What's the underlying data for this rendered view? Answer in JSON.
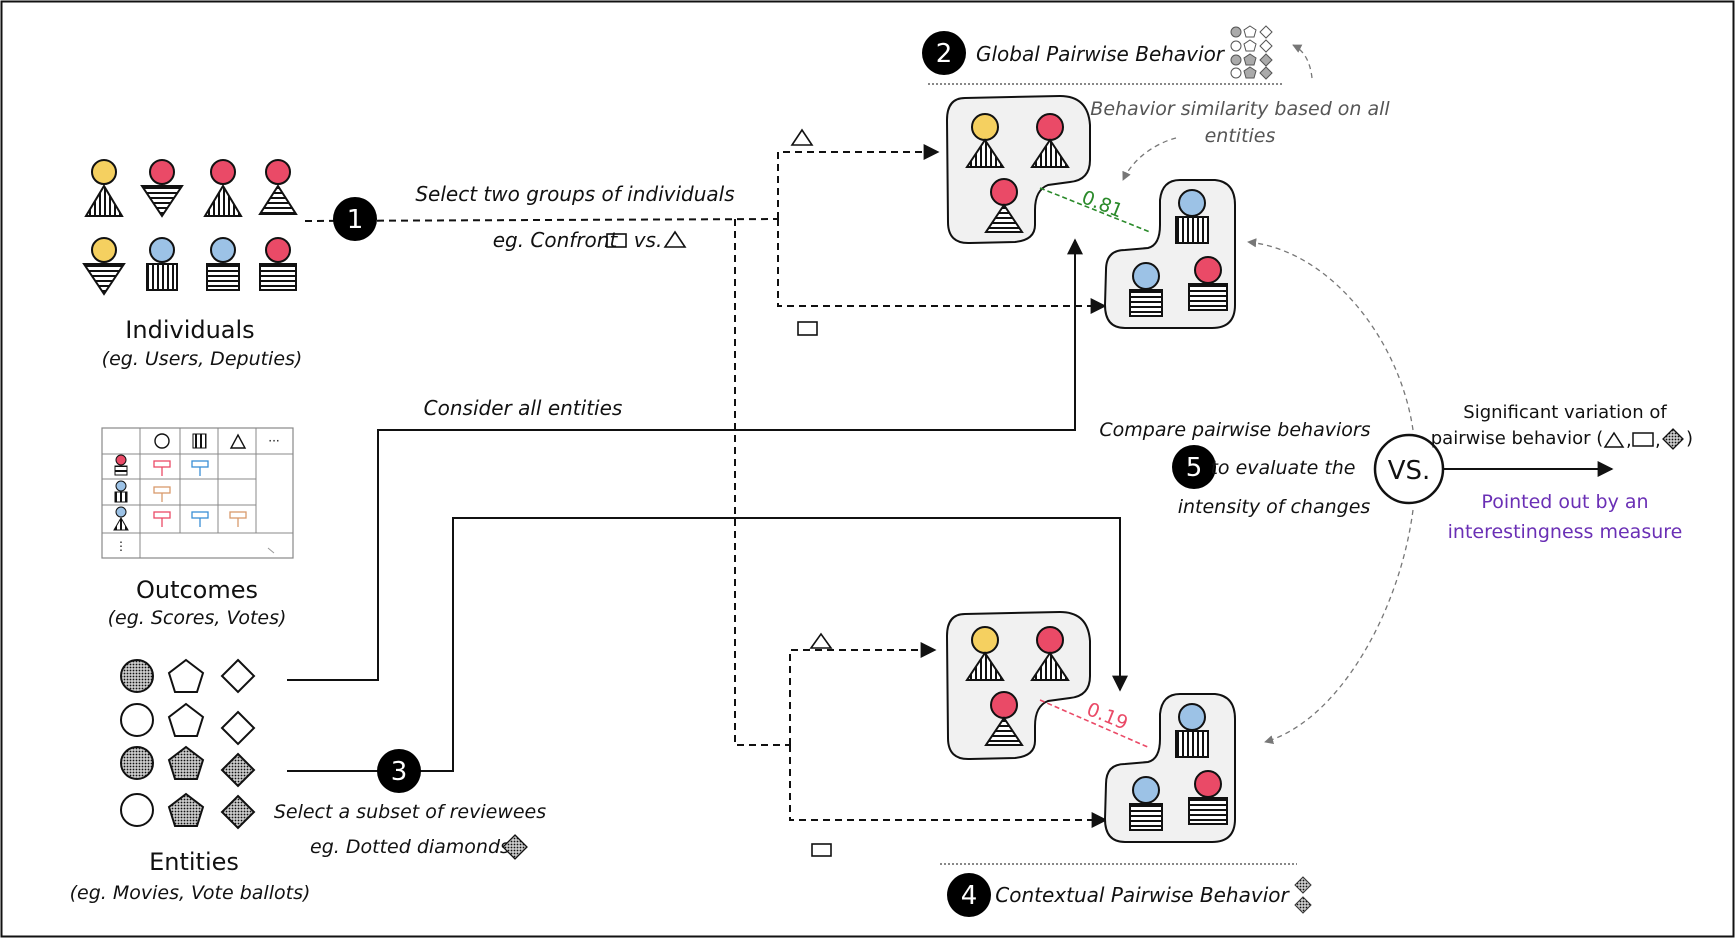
{
  "individuals": {
    "title": "Individuals",
    "subtitle": "(eg. Users, Deputies)"
  },
  "outcomes": {
    "title": "Outcomes",
    "subtitle": "(eg. Scores, Votes)"
  },
  "entities": {
    "title": "Entities",
    "subtitle": "(eg. Movies, Vote ballots)"
  },
  "step1": {
    "number": "1",
    "line1": "Select two groups of individuals",
    "line2": "eg. Confront",
    "vs": "vs."
  },
  "step2": {
    "number": "2",
    "title": "Global Pairwise Behavior",
    "note_line1": "Behavior similarity based on all",
    "note_line2": "entities",
    "score": "0.81"
  },
  "consider": "Consider all entities",
  "step3": {
    "number": "3",
    "line1": "Select a subset of reviewees",
    "line2": "eg. Dotted diamonds"
  },
  "step4": {
    "number": "4",
    "title": "Contextual Pairwise Behavior",
    "score": "0.19"
  },
  "step5": {
    "number": "5",
    "line1": "Compare pairwise behaviors",
    "line2": "to evaluate the",
    "line3": "intensity of changes",
    "vs_label": "VS."
  },
  "result": {
    "line1": "Significant variation of",
    "line2": "pairwise behavior (",
    "line2_end": ")",
    "note_line1": "Pointed out by an",
    "note_line2": "interestingness measure"
  },
  "table": {
    "dots": "···",
    "vdots": "⋮"
  },
  "colors": {
    "yellow": "#f5d060",
    "red": "#ea4a67",
    "blue": "#9cc2e6",
    "green": "#2a8a2a",
    "purple": "#6a2fb5",
    "panel": "#f1f1f1"
  }
}
